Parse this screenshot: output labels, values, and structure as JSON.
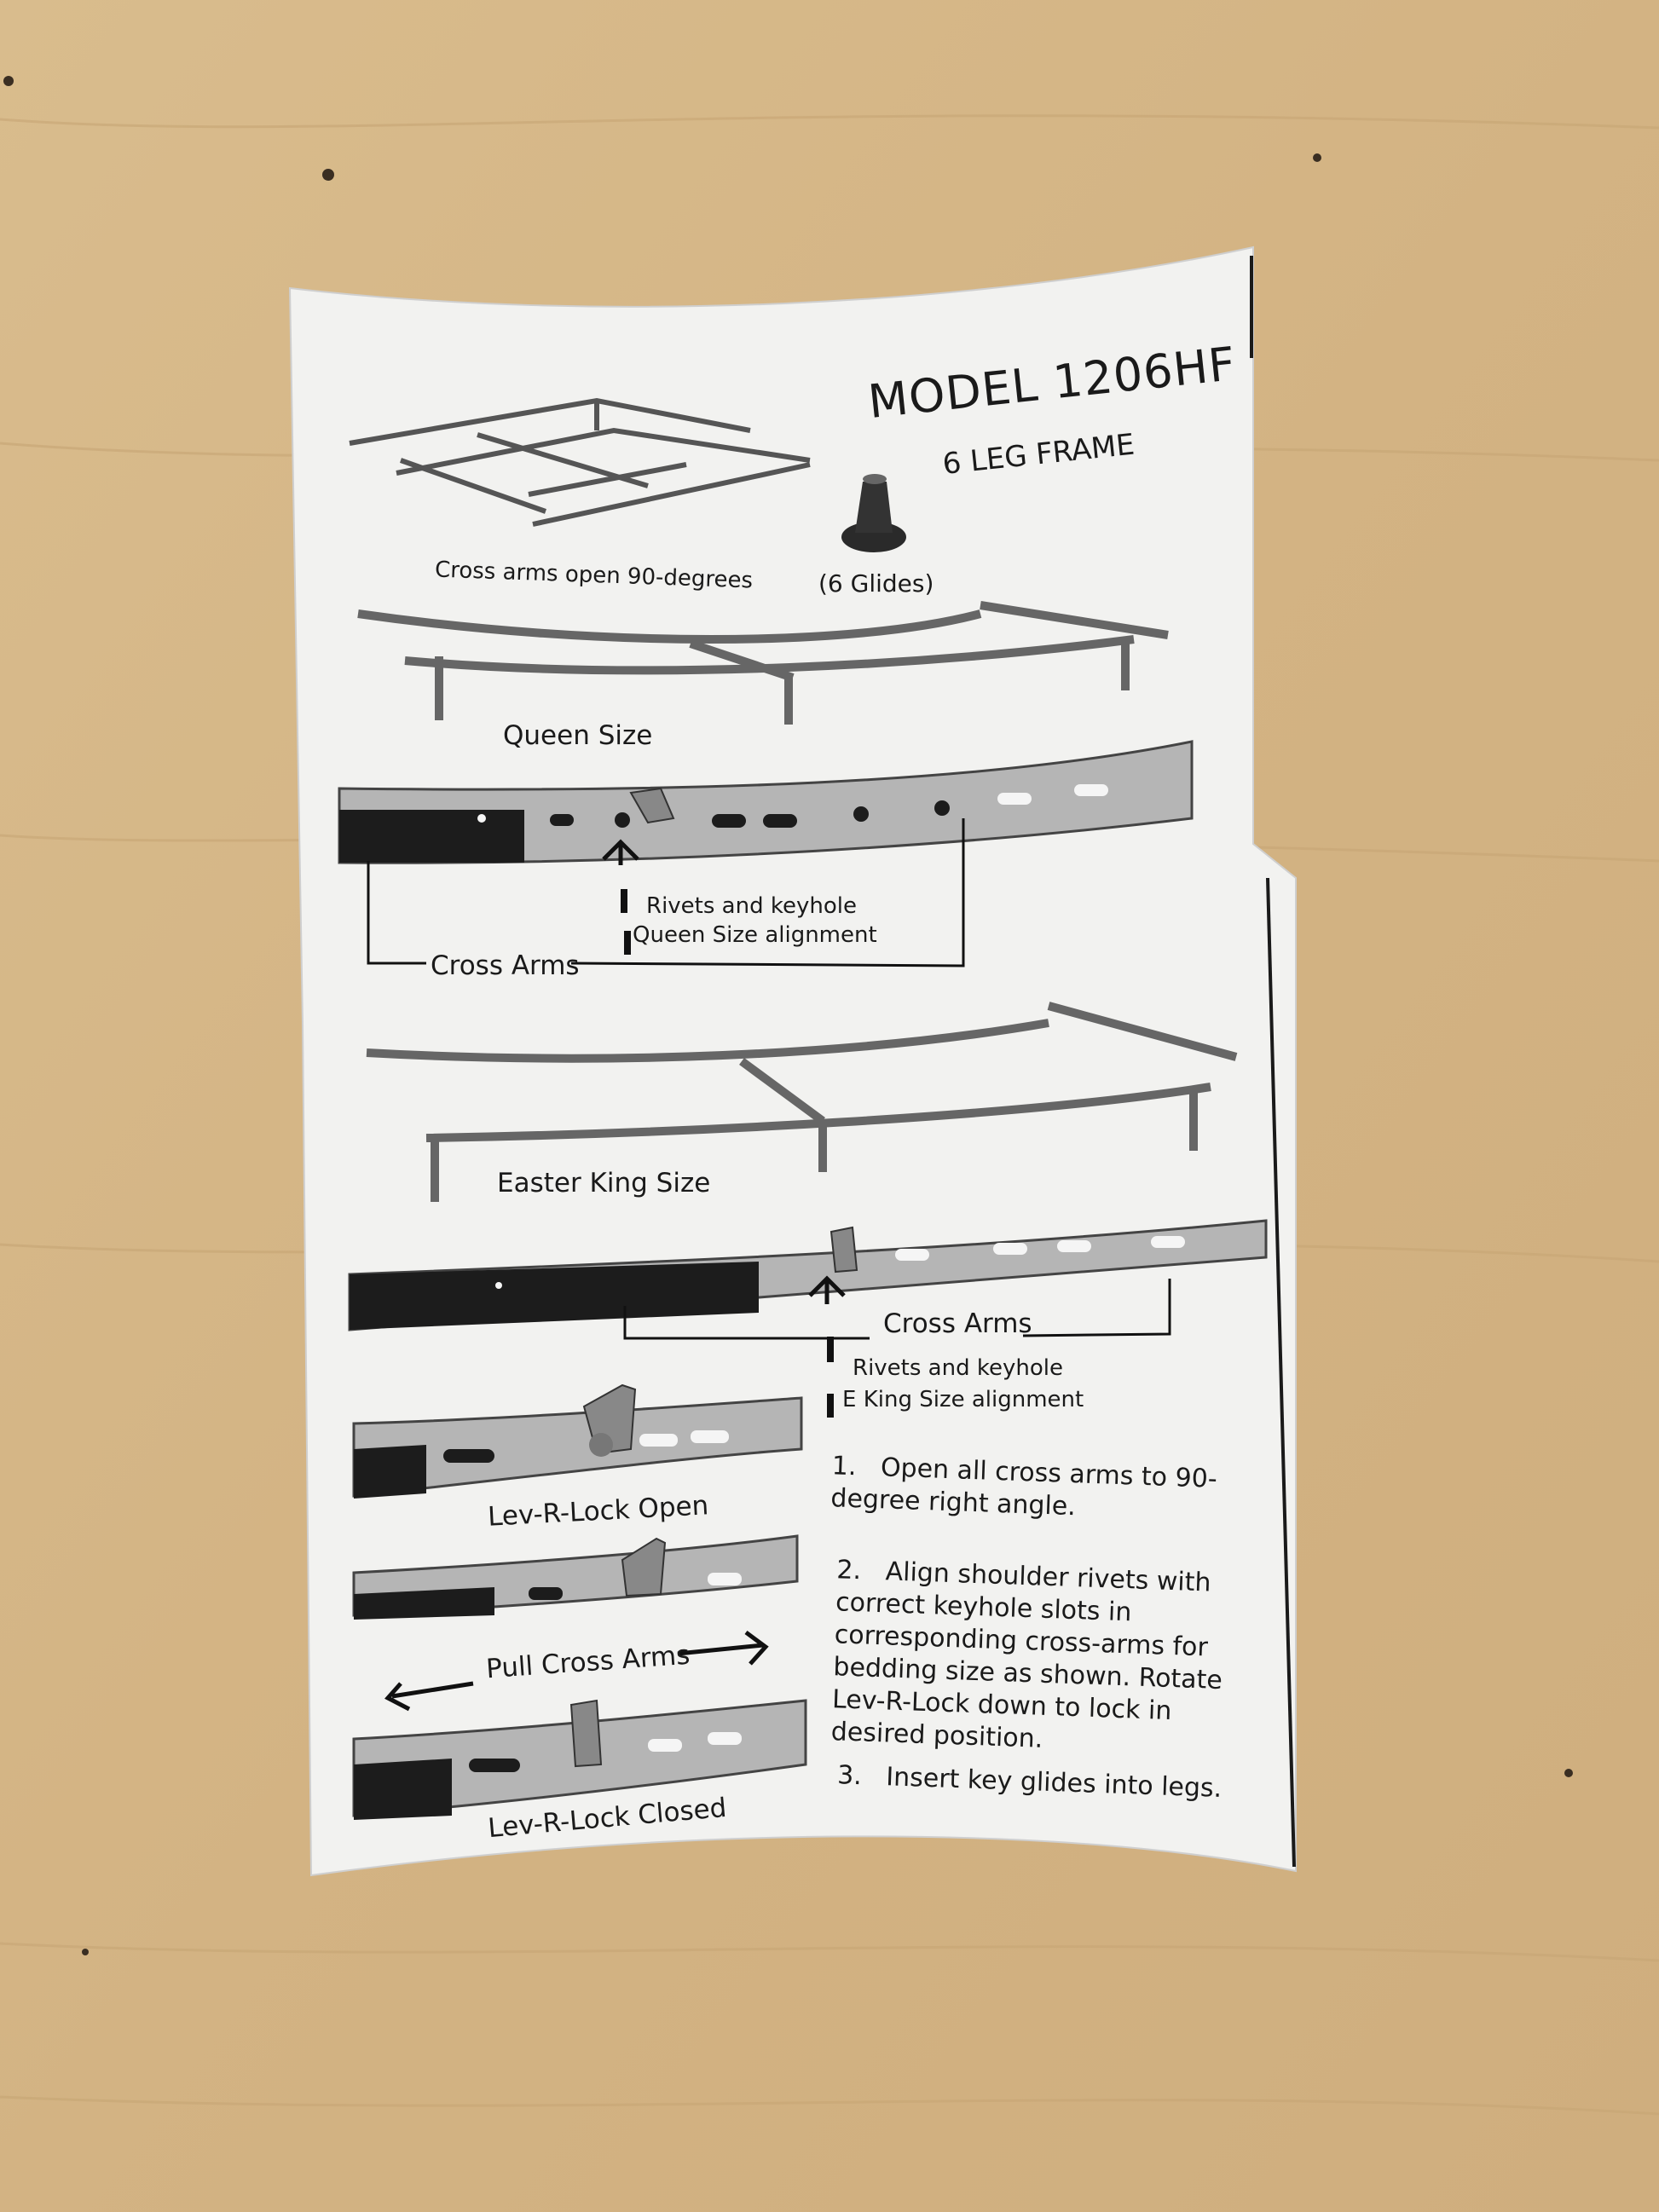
{
  "sheet": {
    "title": "MODEL 1206HF",
    "subtitle": "6 LEG FRAME",
    "glides_caption": "(6 Glides)",
    "cross_arms_caption": "Cross arms open 90-degrees",
    "queen_label": "Queen Size",
    "queen_rivets_line1": "Rivets and keyhole",
    "queen_rivets_line2": "Queen Size alignment",
    "cross_arms_label_1": "Cross Arms",
    "eking_label": "Easter King Size",
    "cross_arms_label_2": "Cross Arms",
    "eking_rivets_line1": "Rivets and keyhole",
    "eking_rivets_line2": "E King Size alignment",
    "lock_open_label": "Lev-R-Lock Open",
    "pull_label": "Pull Cross Arms",
    "lock_closed_label": "Lev-R-Lock Closed",
    "steps": [
      {
        "num": "1.",
        "text": "Open all cross arms to 90-degree right angle."
      },
      {
        "num": "2.",
        "text": "Align shoulder rivets with correct keyhole slots in corresponding cross-arms for bedding size as shown. Rotate Lev-R-Lock down to lock in desired position."
      },
      {
        "num": "3.",
        "text": "Insert key glides into legs."
      }
    ]
  },
  "colors": {
    "wood": "#d6b88a",
    "paper": "#f2f2f0",
    "ink": "#1a1a1a",
    "metal": "#a8a8a8"
  }
}
